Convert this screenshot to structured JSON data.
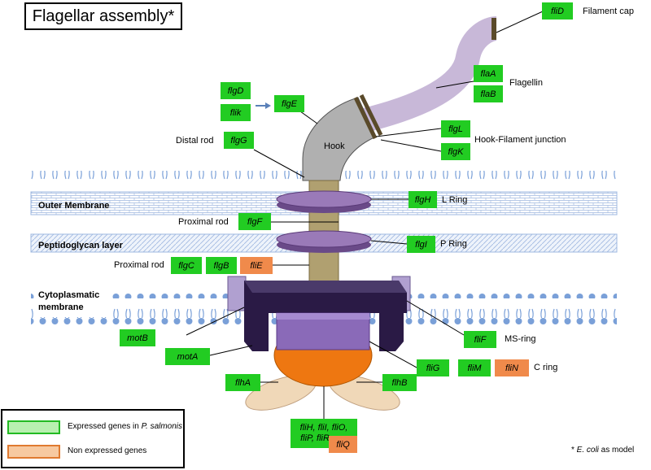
{
  "title": "Flagellar assembly*",
  "genes": {
    "fliD": "fliD",
    "flaA": "flaA",
    "flaB": "flaB",
    "flgD": "flgD",
    "flik": "flik",
    "flgE": "flgE",
    "flgG": "flgG",
    "flgL": "flgL",
    "flgK": "flgK",
    "flgH": "flgH",
    "flgF": "flgF",
    "flgI": "flgI",
    "flgC": "flgC",
    "flgB": "flgB",
    "fliE": "fliE",
    "motB": "motB",
    "motA": "motA",
    "fliF": "fliF",
    "fliG": "fliG",
    "fliM": "fliM",
    "fliN": "fliN",
    "flhA": "flhA",
    "flhB": "flhB",
    "fliHIO_line1": "fliH, fliI, fliO,",
    "fliHIO_line2": "fliP, fliR",
    "fliQ": "fliQ"
  },
  "labels": {
    "filament_cap": "Filament cap",
    "flagellin": "Flagellin",
    "hook": "Hook",
    "distal_rod": "Distal rod",
    "hook_filament_junction": "Hook-Filament junction",
    "outer_membrane": "Outer Membrane",
    "l_ring": "L Ring",
    "proximal_rod_1": "Proximal rod",
    "peptidoglycan_layer": "Peptidoglycan layer",
    "p_ring": "P Ring",
    "proximal_rod_2": "Proximal rod",
    "cytoplasmatic_line1": "Cytoplasmatic",
    "cytoplasmatic_line2": "membrane",
    "ms_ring": "MS-ring",
    "c_ring": "C ring"
  },
  "legend": {
    "expressed_prefix": "Expressed genes in ",
    "expressed_species": "P. salmonis",
    "non_expressed": "Non expressed genes"
  },
  "footnote_star": "* ",
  "footnote_species": "E. coli",
  "footnote_suffix": " as model",
  "colors": {
    "expressed": "#22cc22",
    "non_expressed": "#f08a4b",
    "filament": "#c8b8d8",
    "hook": "#b0b0b0",
    "rod": "#b0a070",
    "ring": "#8a6aa8",
    "motor_dark": "#3a2a55",
    "c_ring": "#ee7711",
    "membrane_blue": "#7aa0d8"
  }
}
